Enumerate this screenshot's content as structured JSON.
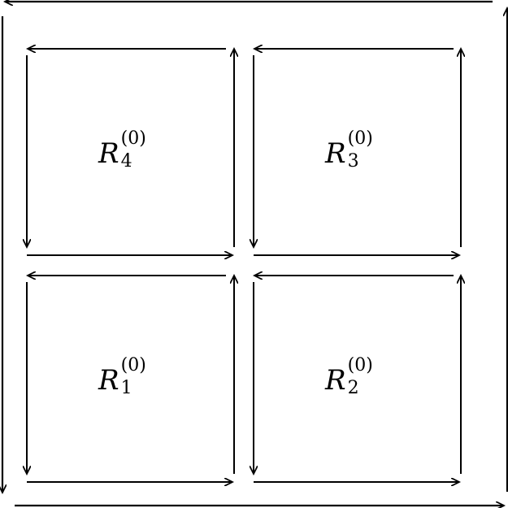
{
  "diagram": {
    "labels": {
      "r4": {
        "base": "R",
        "sub": "4",
        "sup": "(0)"
      },
      "r3": {
        "base": "R",
        "sub": "3",
        "sup": "(0)"
      },
      "r1": {
        "base": "R",
        "sub": "1",
        "sup": "(0)"
      },
      "r2": {
        "base": "R",
        "sub": "2",
        "sup": "(0)"
      }
    },
    "colors": {
      "stroke": "#000000",
      "background": "#ffffff"
    }
  }
}
